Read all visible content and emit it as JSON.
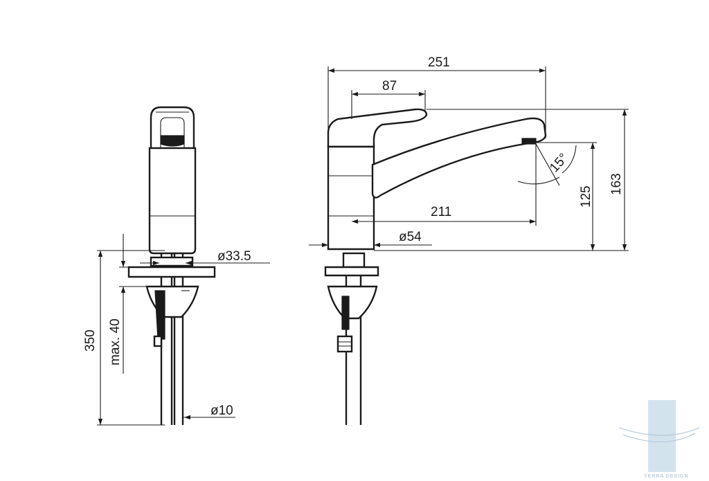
{
  "dimensions": {
    "total_length": "251",
    "lever_length": "87",
    "reach": "211",
    "base_diameter": "ø54",
    "height_total": "163",
    "height_outlet": "125",
    "angle": "15°",
    "shank_diameter": "ø33.5",
    "hose_length": "350",
    "max_thickness": "max. 40",
    "hose_diameter": "ø10"
  },
  "watermark": {
    "text": "YERRA DESIGN",
    "color": "#c8dcea"
  }
}
